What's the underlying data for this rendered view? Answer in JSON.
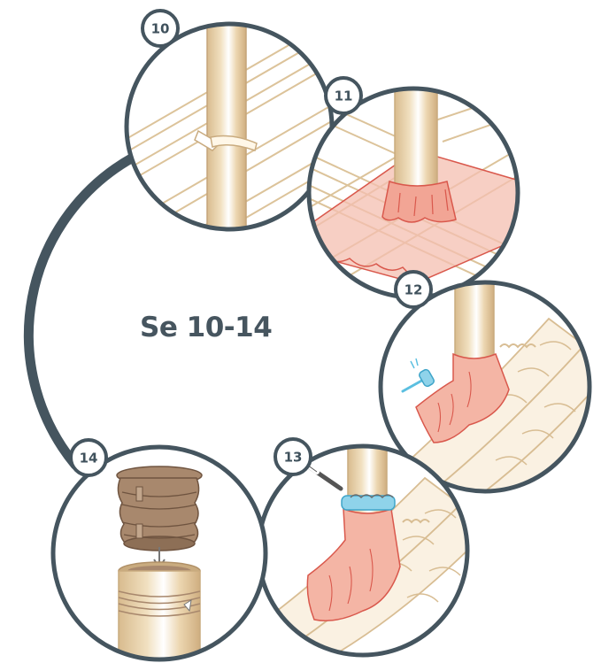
{
  "title": "Se 10-14",
  "steps": [
    {
      "number": "10"
    },
    {
      "number": "11"
    },
    {
      "number": "12"
    },
    {
      "number": "13"
    },
    {
      "number": "14"
    }
  ],
  "colors": {
    "outline": "#45555f",
    "bamboo": "#e6cfa8",
    "bamboo_dark": "#c9ab7f",
    "flashing": "#f2b6a6",
    "flashing_line": "#d9584c",
    "clamp_blue": "#8fd3ea",
    "wrap_brown": "#a8886d"
  }
}
